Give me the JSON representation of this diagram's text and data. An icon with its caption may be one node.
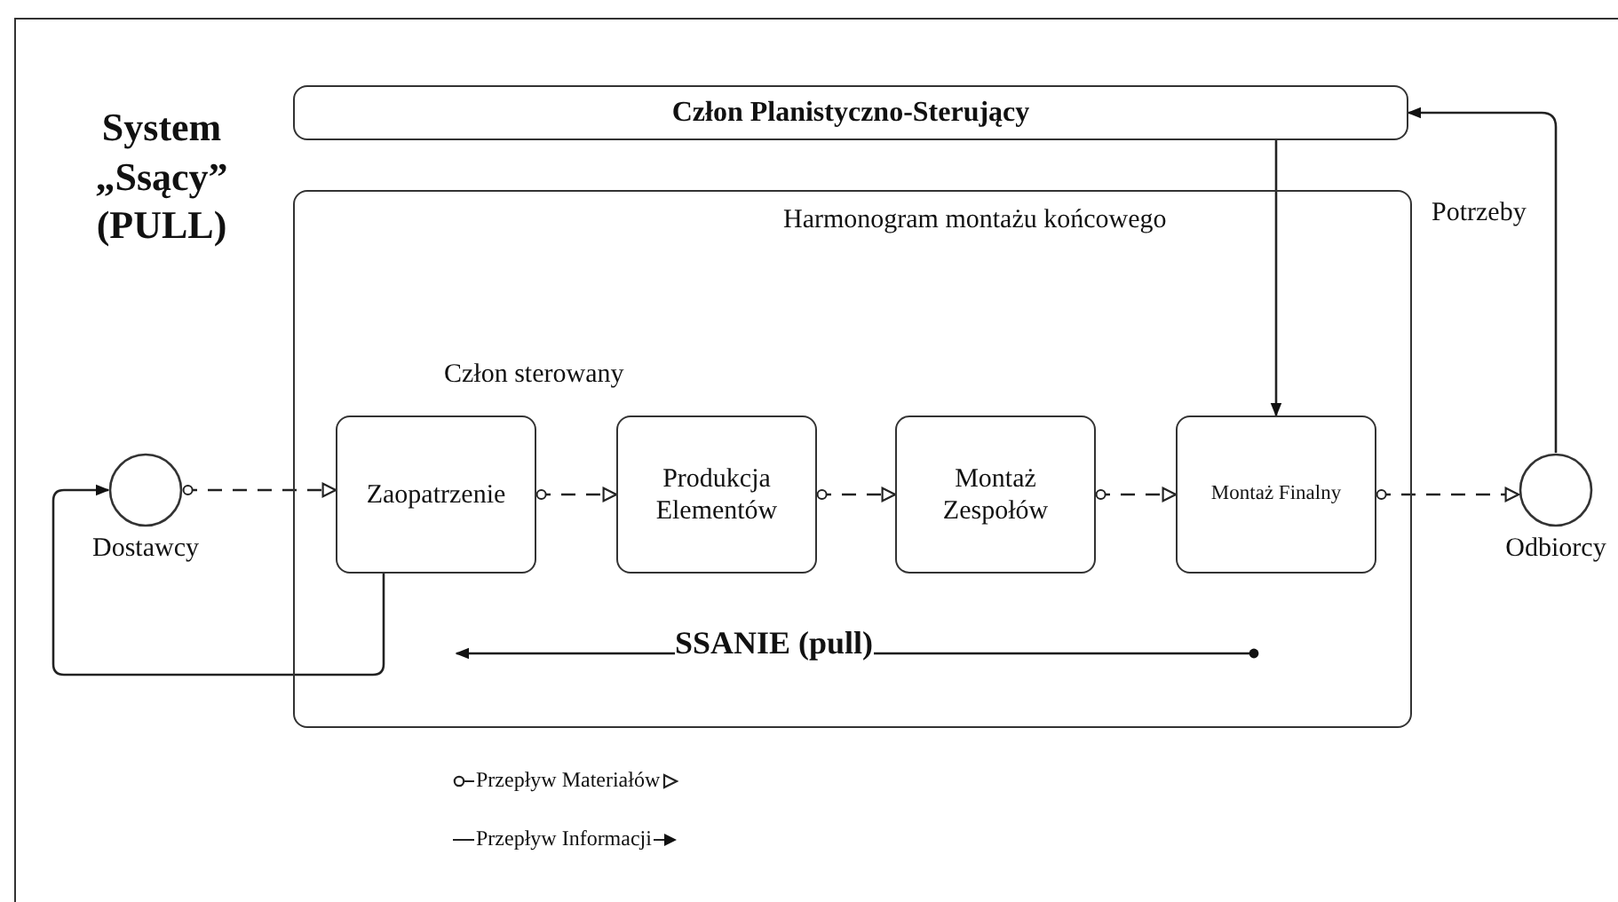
{
  "diagram": {
    "title": "System „Ssący” (PULL)",
    "nodes": [
      {
        "text": [
          "Człon Planistyczno-Sterujący"
        ]
      },
      {
        "text": [
          "Harmonogram montażu końcowego"
        ]
      },
      {
        "text": [
          "Dostawcy"
        ]
      },
      {
        "text": [
          "Zaopatrzenie"
        ],
        "in": 1
      },
      {
        "text": [
          "Produkcja Elementów"
        ],
        "in": 1
      },
      {
        "text": [
          "Montaż Zespołów"
        ],
        "in": 1
      },
      {
        "text": [
          "Montaż Finalny"
        ],
        "in": 1
      },
      {
        "text": [
          "Odbiorcy"
        ]
      }
    ],
    "edges": [
      {
        "from": 2,
        "to": 3,
        "arrow": "to",
        "style": "dashed"
      },
      {
        "from": 3,
        "to": 4,
        "arrow": "to",
        "style": "dashed"
      },
      {
        "from": 4,
        "to": 5,
        "arrow": "to",
        "style": "dashed"
      },
      {
        "from": 5,
        "to": 6,
        "arrow": "to",
        "style": "dashed"
      },
      {
        "from": 6,
        "to": 7,
        "arrow": "to",
        "style": "dashed"
      },
      {
        "from": 0,
        "to": 6,
        "arrow": "to"
      },
      {
        "from": 7,
        "to": 0,
        "arrow": "to",
        "label": "Potrzeby"
      },
      {
        "from": 3,
        "to": 2,
        "arrow": "to"
      }
    ],
    "labels": [
      "Człon sterowany",
      "SSANIE (pull)"
    ],
    "legend": [
      {
        "text": "Przepływ Materiałów"
      },
      {
        "text": "Przepływ Informacji"
      }
    ]
  }
}
